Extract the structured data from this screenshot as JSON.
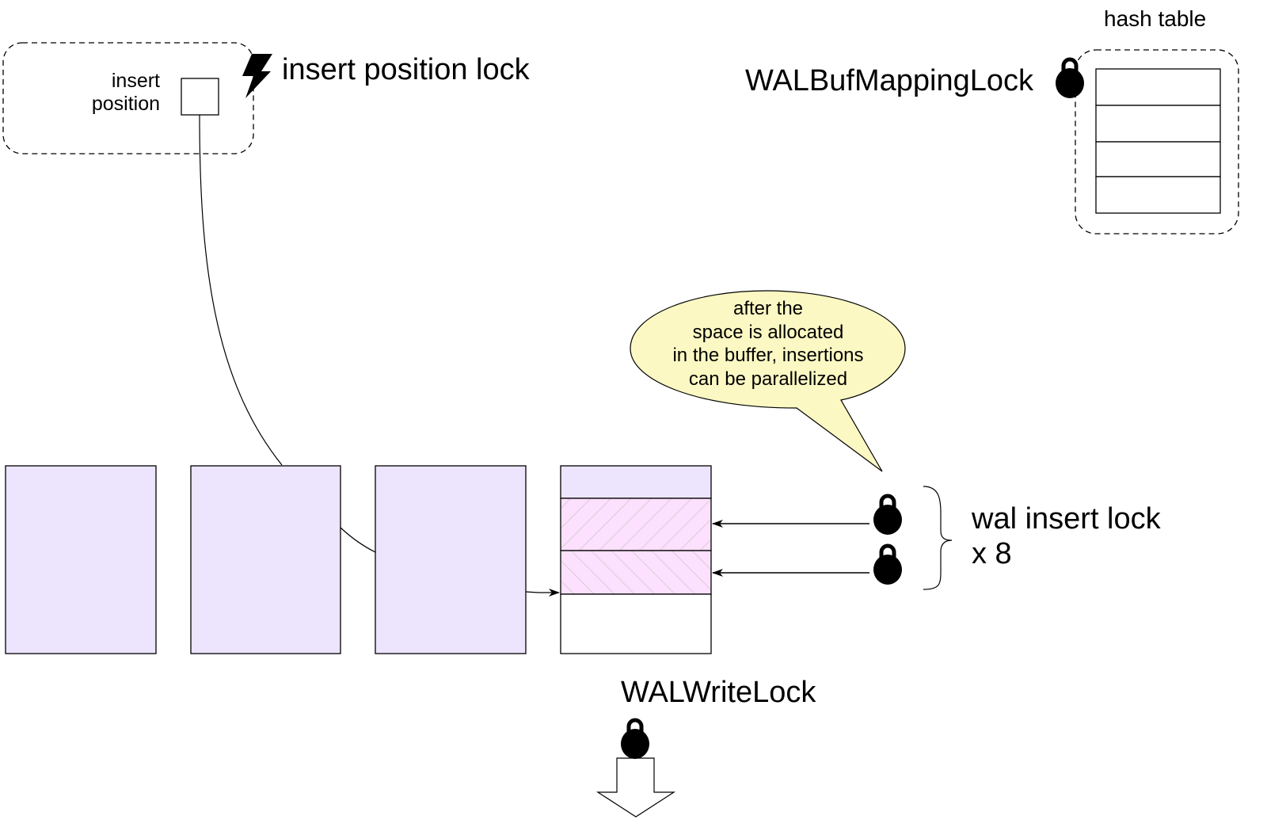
{
  "labels": {
    "insert_position_line1": "insert",
    "insert_position_line2": "position",
    "insert_position_lock": "insert position lock",
    "hash_table": "hash table",
    "wal_buf_mapping_lock": "WALBufMappingLock",
    "wal_insert_lock_line1": "wal insert lock",
    "wal_insert_lock_line2": "x 8",
    "wal_write_lock": "WALWriteLock"
  },
  "callout": {
    "lines": [
      "after the",
      "space is allocated",
      "in the buffer, insertions",
      "can be parallelized"
    ]
  },
  "buffer": {
    "page_count": 4,
    "hash_table_rows": 4,
    "insert_lock_count_shown": 2
  },
  "colors": {
    "page_fill": "#ede4fe",
    "hatch_fill": "#fde0fd",
    "hatch_line": "#c8c8c8",
    "callout_fill": "#fbf8c3",
    "stroke": "#000000"
  }
}
